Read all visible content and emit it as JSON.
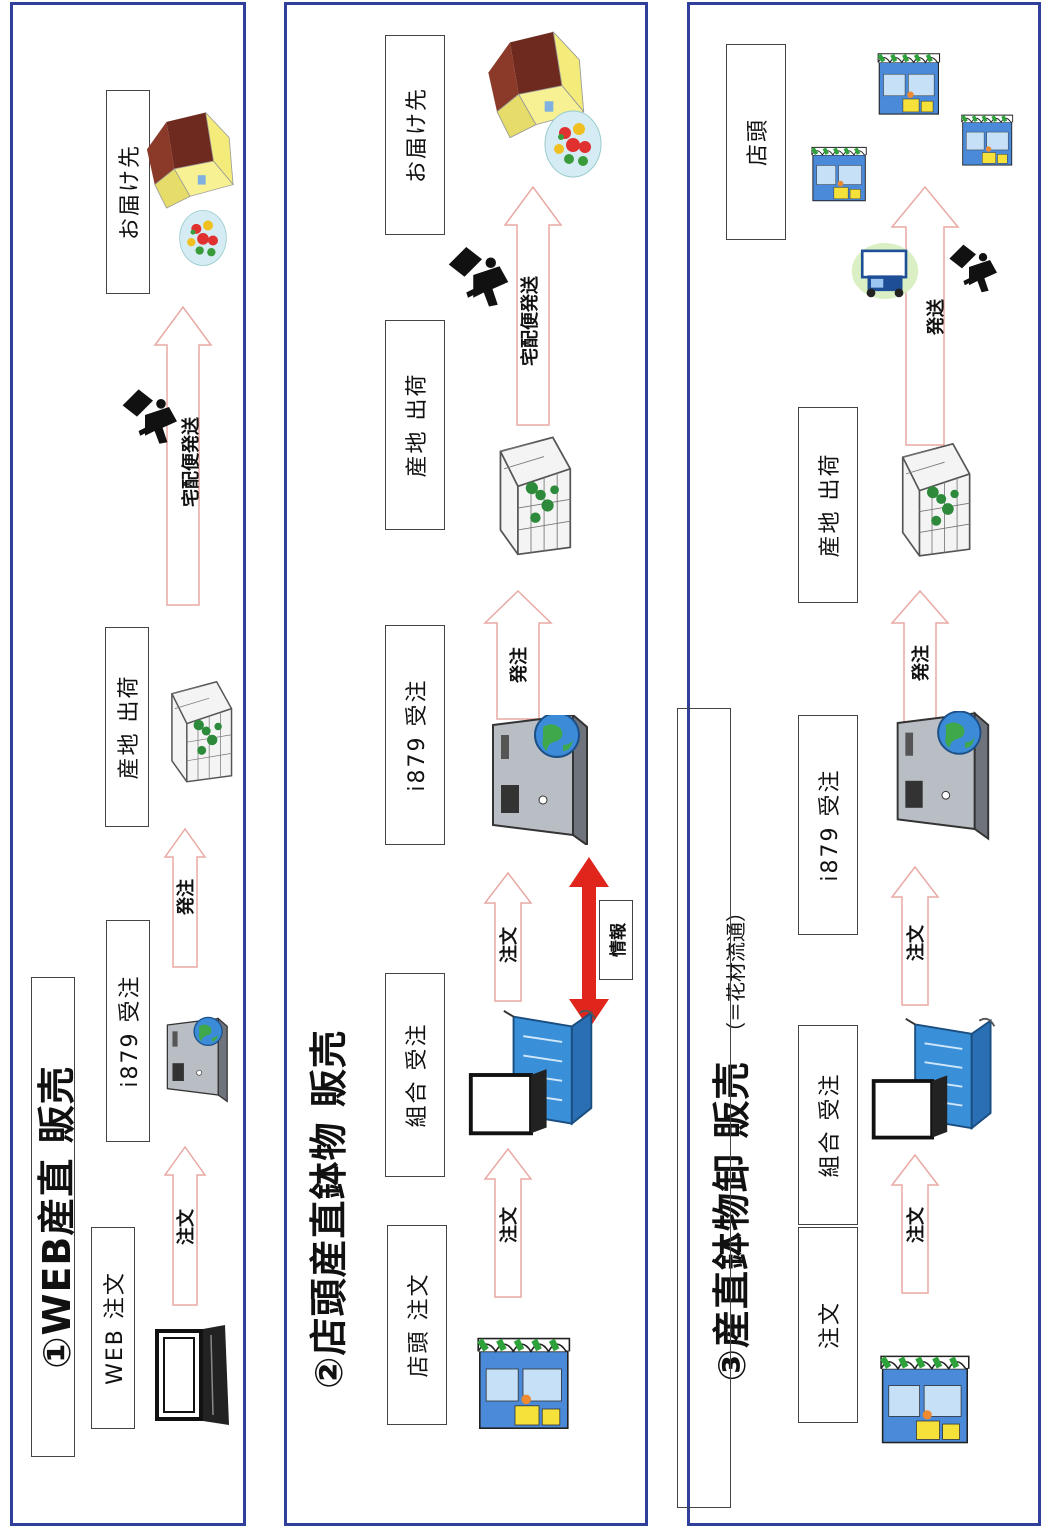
{
  "panels": [
    {
      "title": "①WEB産直 販売",
      "labels": {
        "order": "WEB 注文",
        "i879": "i879 受注",
        "farm": "産地 出荷",
        "dest": "お届け先"
      },
      "arrows": {
        "a1": "注文",
        "a2": "発注",
        "a3": "宅配便発送"
      }
    },
    {
      "title": "②店頭産直鉢物 販売",
      "labels": {
        "order": "店頭 注文",
        "union": "組合 受注",
        "i879": "i879 受注",
        "farm": "産地 出荷",
        "dest": "お届け先"
      },
      "arrows": {
        "a1": "注文",
        "a2": "注文",
        "a3": "発注",
        "a4": "宅配便発送"
      },
      "info": "情報"
    },
    {
      "title": "③産直鉢物卸 販売",
      "subtitle": "（＝花材流通）",
      "labels": {
        "order": "注文",
        "union": "組合 受注",
        "i879": "i879 受注",
        "farm": "産地 出荷",
        "dest": "店頭"
      },
      "arrows": {
        "a1": "注文",
        "a2": "注文",
        "a3": "発注",
        "a4": "発送"
      }
    }
  ],
  "colors": {
    "frame": "#2f3f9a",
    "info_arrow": "#e0261c",
    "arrow_outline": "#e9a9a4"
  }
}
